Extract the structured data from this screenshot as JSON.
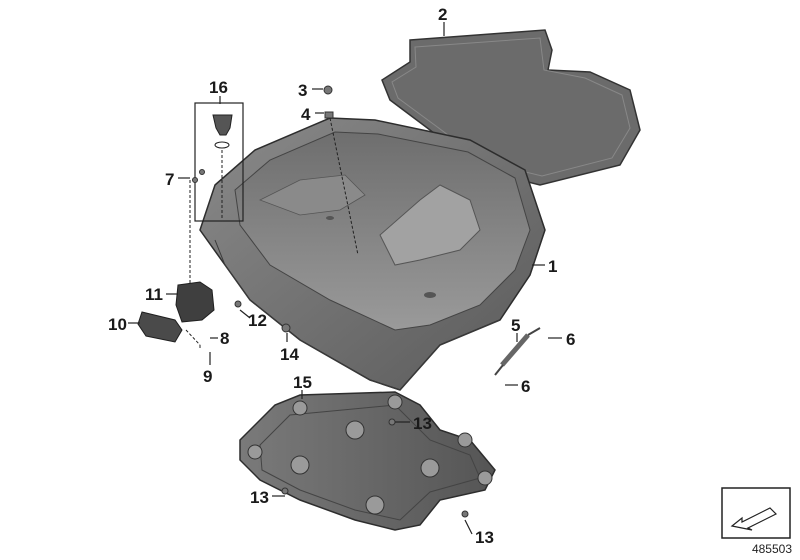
{
  "diagram": {
    "id_number": "485503",
    "callouts": [
      "1",
      "2",
      "3",
      "4",
      "5",
      "6",
      "6",
      "7",
      "8",
      "9",
      "10",
      "11",
      "12",
      "13",
      "13",
      "13",
      "14",
      "15",
      "16"
    ]
  }
}
